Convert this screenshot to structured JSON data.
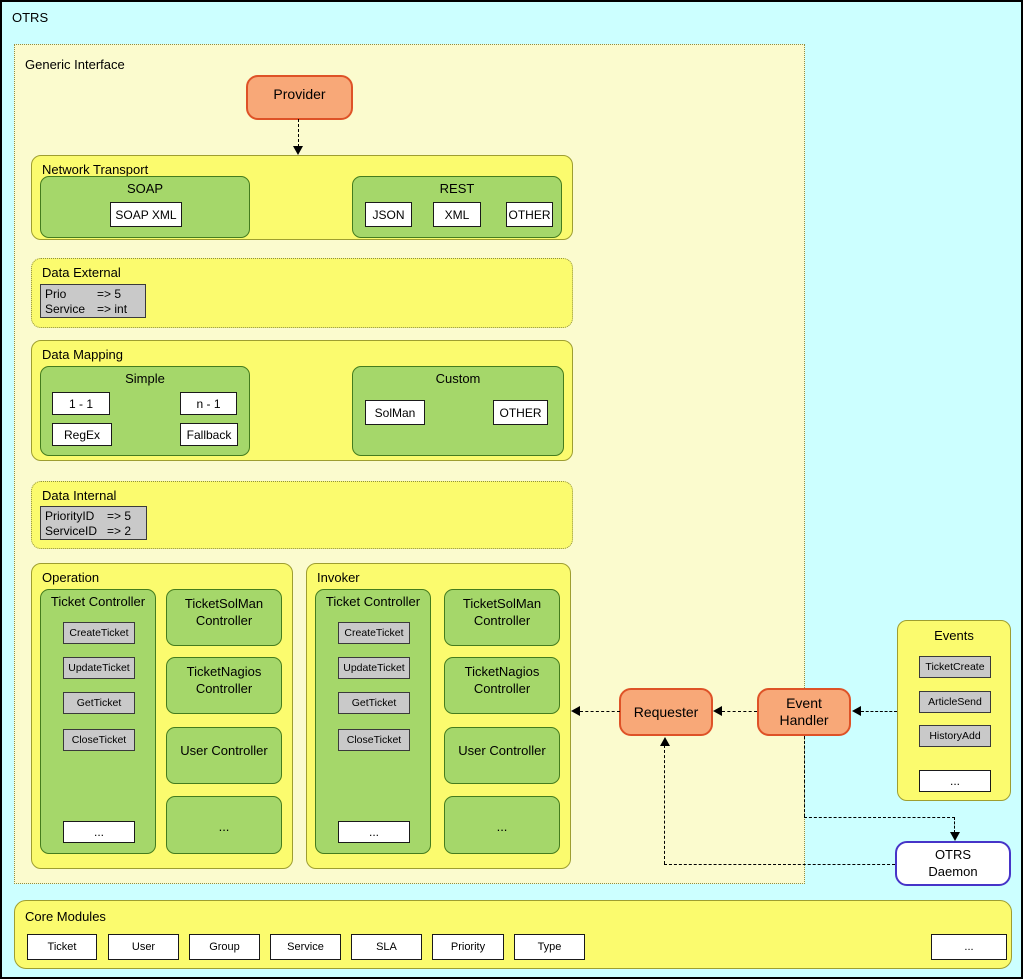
{
  "colors": {
    "canvas": "#CCFFFF",
    "interface-bg": "#FBFBCE",
    "section-yellow": "#FBFB6E",
    "section-border": "#9E9E30",
    "dotted-border": "#8D8D45",
    "green": "#A5D76A",
    "green-border": "#447C1E",
    "orange": "#F8A878",
    "orange-border": "#DE5227",
    "gray": "#C9C9C9",
    "daemon-border": "#4634C8"
  },
  "otrs": {
    "label": "OTRS"
  },
  "generic_interface": {
    "label": "Generic Interface"
  },
  "provider": {
    "label": "Provider"
  },
  "network_transport": {
    "label": "Network Transport",
    "soap": {
      "label": "SOAP",
      "items": [
        "SOAP XML"
      ]
    },
    "rest": {
      "label": "REST",
      "items": [
        "JSON",
        "XML",
        "OTHER"
      ]
    }
  },
  "data_external": {
    "label": "Data External",
    "rows": [
      {
        "key": "Prio",
        "value": "=> 5"
      },
      {
        "key": "Service",
        "value": "=> int"
      }
    ]
  },
  "data_mapping": {
    "label": "Data Mapping",
    "simple": {
      "label": "Simple",
      "items": [
        "1 - 1",
        "n - 1",
        "RegEx",
        "Fallback"
      ]
    },
    "custom": {
      "label": "Custom",
      "items": [
        "SolMan",
        "OTHER"
      ]
    }
  },
  "data_internal": {
    "label": "Data Internal",
    "rows": [
      {
        "key": "PriorityID",
        "value": "=> 5"
      },
      {
        "key": "ServiceID",
        "value": "=> 2"
      }
    ]
  },
  "operation": {
    "label": "Operation",
    "ticket_controller": {
      "label": "Ticket Controller",
      "actions": [
        "CreateTicket",
        "UpdateTicket",
        "GetTicket",
        "CloseTicket"
      ],
      "more": "..."
    },
    "controllers": [
      "TicketSolMan Controller",
      "TicketNagios Controller",
      "User Controller",
      "..."
    ]
  },
  "invoker": {
    "label": "Invoker",
    "ticket_controller": {
      "label": "Ticket Controller",
      "actions": [
        "CreateTicket",
        "UpdateTicket",
        "GetTicket",
        "CloseTicket"
      ],
      "more": "..."
    },
    "controllers": [
      "TicketSolMan Controller",
      "TicketNagios Controller",
      "User Controller",
      "..."
    ]
  },
  "requester": {
    "label": "Requester"
  },
  "event_handler": {
    "label": "Event Handler"
  },
  "events": {
    "label": "Events",
    "items": [
      "TicketCreate",
      "ArticleSend",
      "HistoryAdd"
    ],
    "more": "..."
  },
  "otrs_daemon": {
    "label": "OTRS Daemon"
  },
  "core_modules": {
    "label": "Core Modules",
    "items": [
      "Ticket",
      "User",
      "Group",
      "Service",
      "SLA",
      "Priority",
      "Type"
    ],
    "more": "..."
  }
}
